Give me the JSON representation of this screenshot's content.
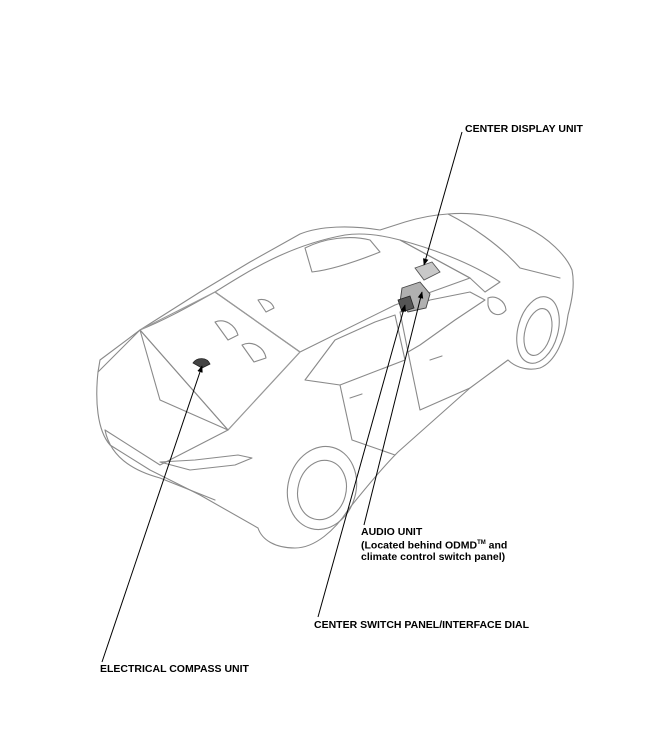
{
  "labels": {
    "center_display_unit": "CENTER DISPLAY UNIT",
    "audio_unit": {
      "line1": "AUDIO UNIT",
      "line2_prefix": "(Located behind ODMD",
      "line2_tm": "TM",
      "line2_suffix": " and",
      "line3": "climate control switch panel)"
    },
    "center_switch_panel": "CENTER SWITCH PANEL/INTERFACE DIAL",
    "electrical_compass_unit": "ELECTRICAL COMPASS UNIT"
  }
}
